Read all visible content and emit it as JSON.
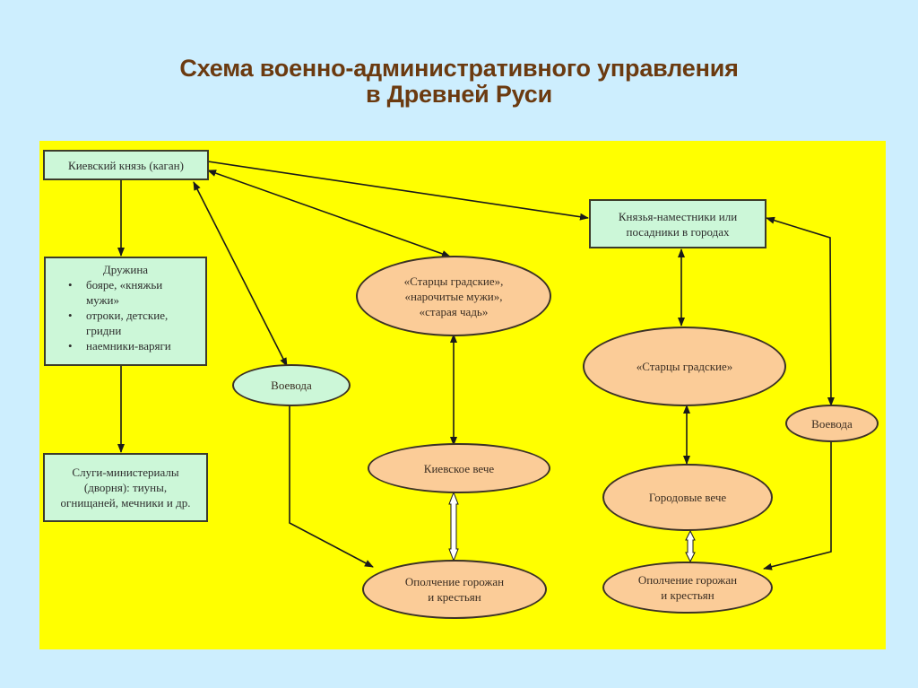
{
  "title": {
    "line1": "Схема военно-административного управления",
    "line2": "в Древней Руси"
  },
  "colors": {
    "background": "#cdeefe",
    "panel": "#ffff00",
    "box_fill": "#ccf7d8",
    "ellipse_fill": "#fbcc98",
    "title": "#6b3a10"
  },
  "nodes": {
    "kiev_prince": "Киевский князь (каган)",
    "druzhina": {
      "heading": "Дружина",
      "items": [
        "бояре, «княжьи мужи»",
        "отроки, детские, гридни",
        "наемники-варяги"
      ]
    },
    "servants": {
      "line1": "Слуги-министериалы",
      "line2": "(дворня): тиуны,",
      "line3": "огнищаней, мечники и др."
    },
    "voevoda_left": "Воевода",
    "elders_kiev": {
      "line1": "«Старцы градские»,",
      "line2": "«нарочитые мужи»,",
      "line3": "«старая чадь»"
    },
    "kiev_veche": "Киевское вече",
    "militia_left": {
      "line1": "Ополчение горожан",
      "line2": "и крестьян"
    },
    "governors": {
      "line1": "Князья-наместники или",
      "line2": "посадники в городах"
    },
    "elders_city": "«Старцы градские»",
    "city_veche": "Городовые вече",
    "voevoda_right": "Воевода",
    "militia_right": {
      "line1": "Ополчение горожан",
      "line2": "и крестьян"
    }
  },
  "edges": [
    {
      "from": "kiev_prince",
      "to": "druzhina",
      "type": "directed"
    },
    {
      "from": "druzhina",
      "to": "servants",
      "type": "directed"
    },
    {
      "from": "kiev_prince",
      "to": "voevoda_left",
      "type": "bidirectional"
    },
    {
      "from": "kiev_prince",
      "to": "elders_kiev",
      "type": "bidirectional"
    },
    {
      "from": "kiev_prince",
      "to": "governors",
      "type": "directed"
    },
    {
      "from": "elders_kiev",
      "to": "kiev_veche",
      "type": "bidirectional"
    },
    {
      "from": "kiev_veche",
      "to": "militia_left",
      "type": "double-bidirectional"
    },
    {
      "from": "voevoda_left",
      "to": "militia_left",
      "type": "directed"
    },
    {
      "from": "governors",
      "to": "elders_city",
      "type": "bidirectional"
    },
    {
      "from": "governors",
      "to": "voevoda_right",
      "type": "bidirectional"
    },
    {
      "from": "elders_city",
      "to": "city_veche",
      "type": "bidirectional"
    },
    {
      "from": "city_veche",
      "to": "militia_right",
      "type": "double-bidirectional"
    },
    {
      "from": "voevoda_right",
      "to": "militia_right",
      "type": "directed"
    }
  ]
}
